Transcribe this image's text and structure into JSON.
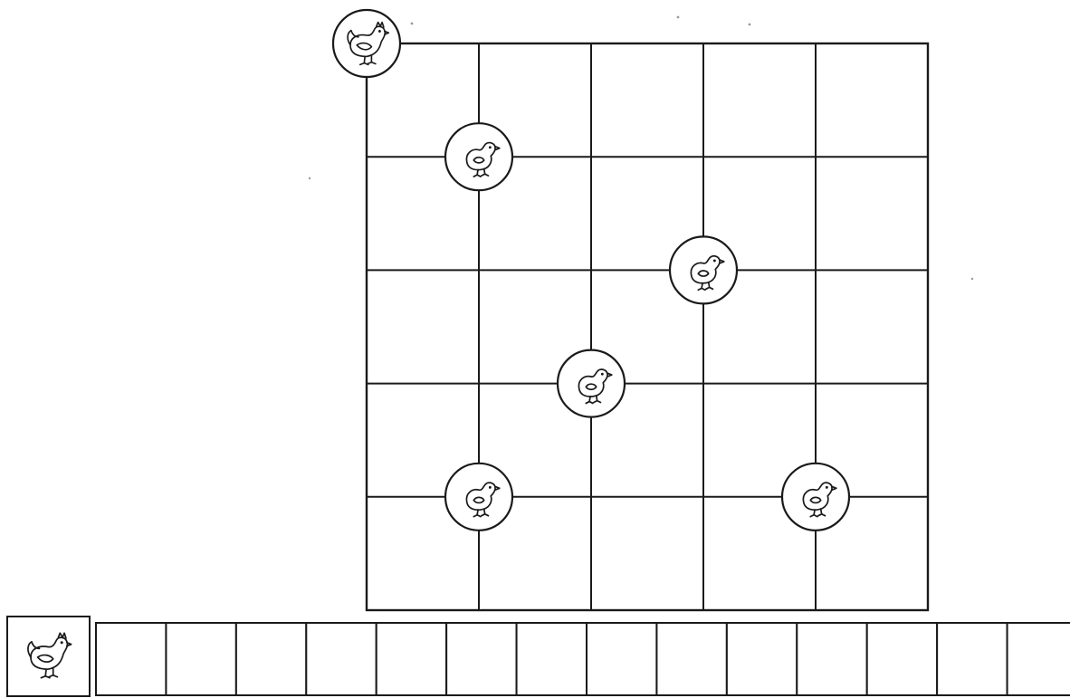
{
  "puzzle": {
    "grid_size": {
      "rows": 5,
      "cols": 5
    },
    "hen": {
      "icon": "hen-icon",
      "grid_corner": {
        "row": 0,
        "col": 0
      }
    },
    "chicks": [
      {
        "icon": "chick-icon",
        "grid_corner": {
          "row": 1,
          "col": 1
        }
      },
      {
        "icon": "chick-icon",
        "grid_corner": {
          "row": 2,
          "col": 3
        }
      },
      {
        "icon": "chick-icon",
        "grid_corner": {
          "row": 3,
          "col": 2
        }
      },
      {
        "icon": "chick-icon",
        "grid_corner": {
          "row": 4,
          "col": 1
        }
      },
      {
        "icon": "chick-icon",
        "grid_corner": {
          "row": 4,
          "col": 4
        }
      }
    ],
    "answer_strip": {
      "start_icon": "hen-icon",
      "empty_box_count": 14,
      "entries": [
        "",
        "",
        "",
        "",
        "",
        "",
        "",
        "",
        "",
        "",
        "",
        "",
        "",
        ""
      ]
    },
    "colors": {
      "ink": "#1a1a1a",
      "paper": "#ffffff"
    }
  }
}
